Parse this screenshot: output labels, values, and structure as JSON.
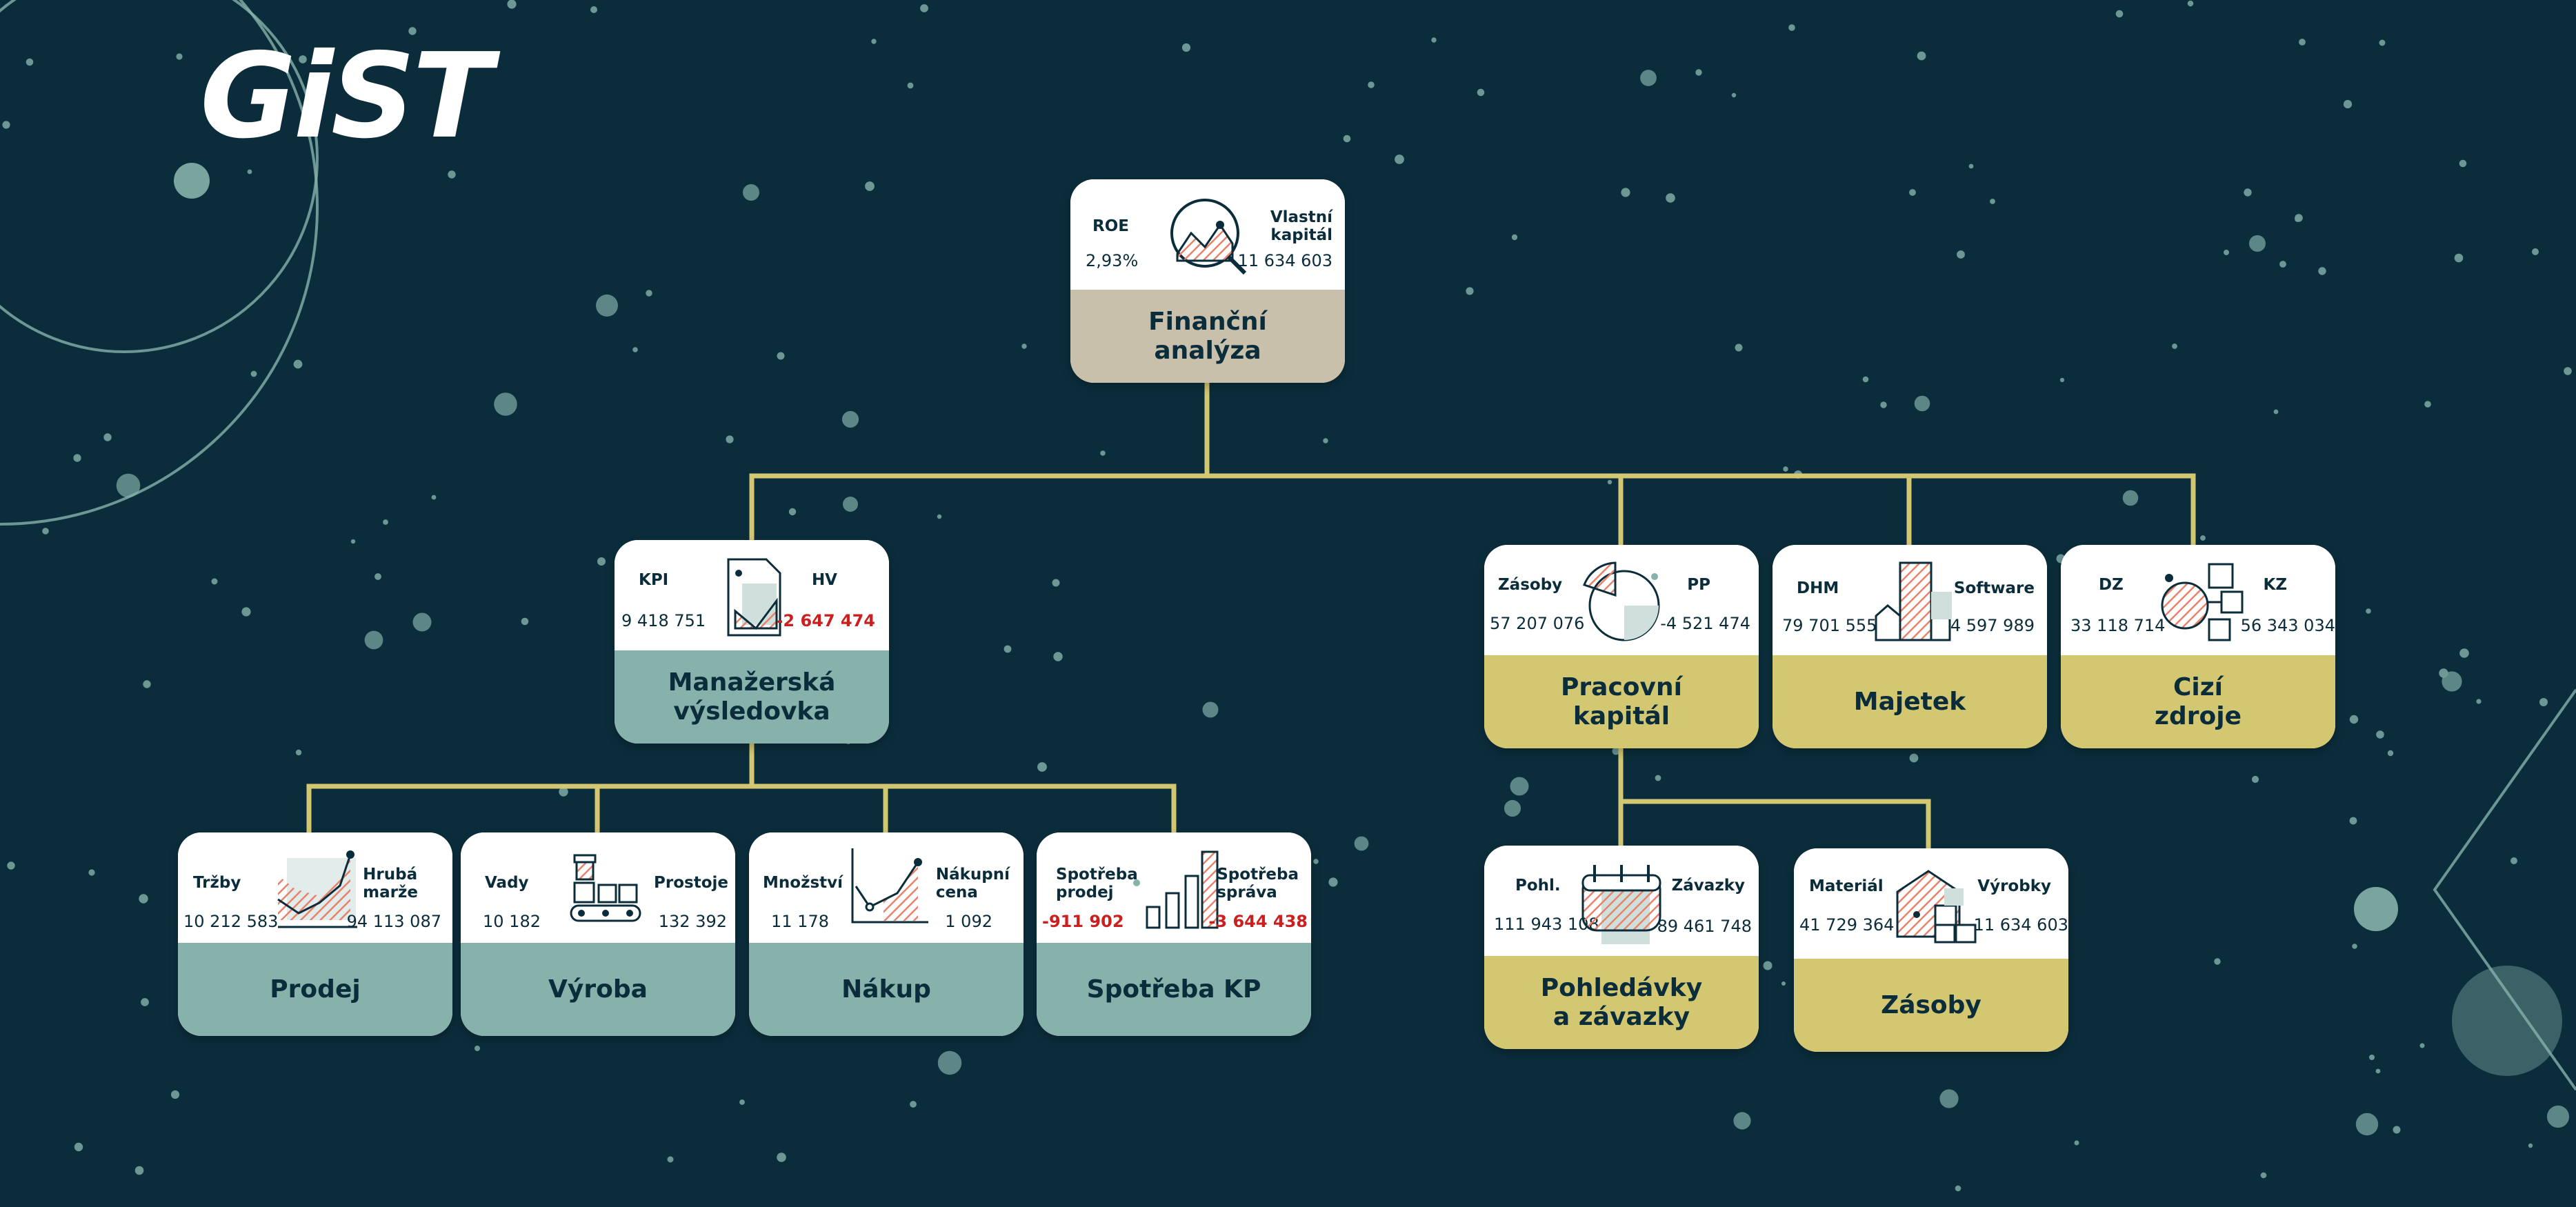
{
  "brand": {
    "logo_text": "GiST"
  },
  "colors": {
    "background": "#0b2d3b",
    "connector": "#d4c771",
    "teal": "#86b2ab",
    "gold": "#d4c771",
    "beige": "#c8c0aa",
    "negative": "#cc1f1f",
    "hatch": "#e8826b"
  },
  "nodes": {
    "financni": {
      "title": "Finanční\nanalýza",
      "left_label": "ROE",
      "left_value": "2,93%",
      "right_label": "Vlastní\nkapitál",
      "right_value": "11 634 603",
      "icon": "magnifier-chart-icon"
    },
    "manazerska": {
      "title": "Manažerská\nvýsledovka",
      "left_label": "KPI",
      "left_value": "9 418 751",
      "right_label": "HV",
      "right_value": "-2 647 474",
      "icon": "document-chart-icon"
    },
    "pracovni": {
      "title": "Pracovní\nkapitál",
      "left_label": "Zásoby",
      "left_value": "57 207 076",
      "right_label": "PP",
      "right_value": "-4 521 474",
      "icon": "pie-chart-icon"
    },
    "majetek": {
      "title": "Majetek",
      "left_label": "DHM",
      "left_value": "79 701 555",
      "right_label": "Software",
      "right_value": "4 597 989",
      "icon": "buildings-icon"
    },
    "cizi": {
      "title": "Cizí\nzdroje",
      "left_label": "DZ",
      "left_value": "33 118 714",
      "right_label": "KZ",
      "right_value": "56 343 034",
      "icon": "network-icon"
    },
    "prodej": {
      "title": "Prodej",
      "left_label": "Tržby",
      "left_value": "10 212 583",
      "right_label": "Hrubá\nmarže",
      "right_value": "94 113 087",
      "icon": "area-chart-icon"
    },
    "vyroba": {
      "title": "Výroba",
      "left_label": "Vady",
      "left_value": "10 182",
      "right_label": "Prostoje",
      "right_value": "132 392",
      "icon": "conveyor-icon"
    },
    "nakup": {
      "title": "Nákup",
      "left_label": "Množství",
      "left_value": "11 178",
      "right_label": "Nákupní\ncena",
      "right_value": "1 092",
      "icon": "line-chart-icon"
    },
    "spotreba": {
      "title": "Spotřeba KP",
      "left_label": "Spotřeba\nprodej",
      "left_value": "-911 902",
      "right_label": "Spotřeba\nspráva",
      "right_value": "-3 644 438",
      "icon": "bar-chart-icon"
    },
    "pohledavky": {
      "title": "Pohledávky\na závazky",
      "left_label": "Pohl.",
      "left_value": "111 943 108",
      "right_label": "Závazky",
      "right_value": "89 461 748",
      "icon": "calendar-icon"
    },
    "zasoby": {
      "title": "Zásoby",
      "left_label": "Materiál",
      "left_value": "41 729 364",
      "right_label": "Výrobky",
      "right_value": "11 634 603",
      "icon": "warehouse-icon"
    }
  }
}
